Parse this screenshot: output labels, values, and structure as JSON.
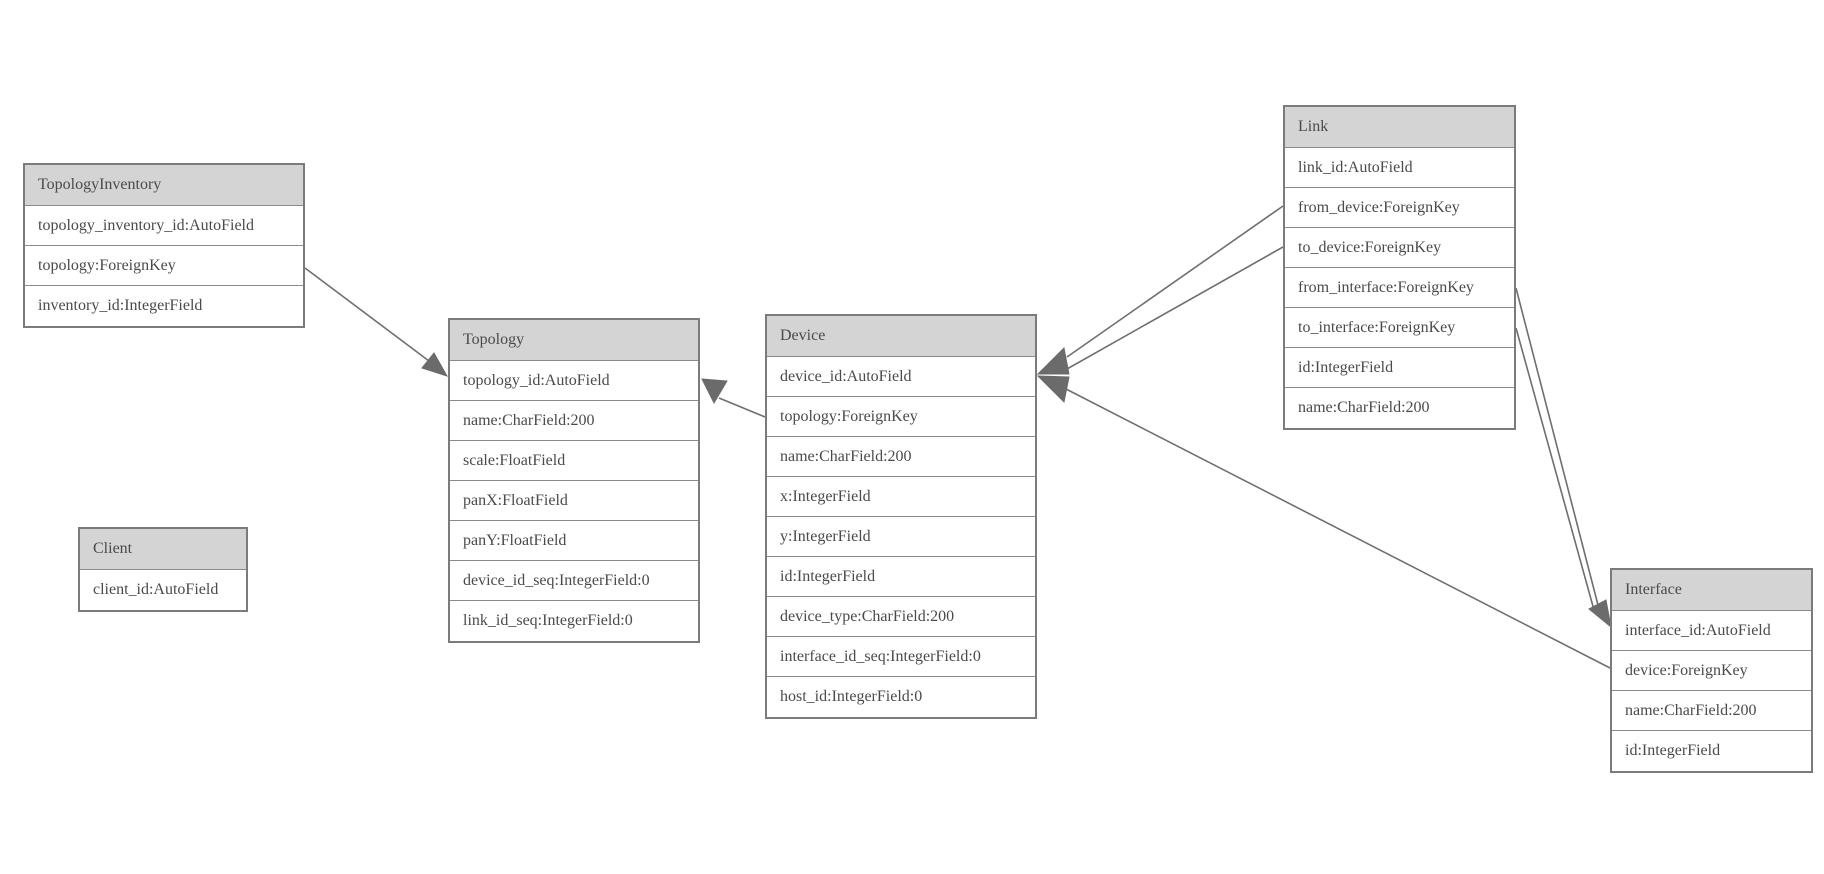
{
  "diagram_type": "model-schema-er-diagram",
  "colors": {
    "background": "#ffffff",
    "entity_header_bg": "#d4d4d4",
    "entity_border": "#7b7b7b",
    "row_divider": "#8a8a8a",
    "text": "#4a4a4a",
    "edge_line": "#6f6f6f",
    "arrowhead": "#6b6b6b"
  },
  "entities": [
    {
      "name": "TopologyInventory",
      "fields": [
        "topology_inventory_id:AutoField",
        "topology:ForeignKey",
        "inventory_id:IntegerField"
      ]
    },
    {
      "name": "Topology",
      "fields": [
        "topology_id:AutoField",
        "name:CharField:200",
        "scale:FloatField",
        "panX:FloatField",
        "panY:FloatField",
        "device_id_seq:IntegerField:0",
        "link_id_seq:IntegerField:0"
      ]
    },
    {
      "name": "Client",
      "fields": [
        "client_id:AutoField"
      ]
    },
    {
      "name": "Device",
      "fields": [
        "device_id:AutoField",
        "topology:ForeignKey",
        "name:CharField:200",
        "x:IntegerField",
        "y:IntegerField",
        "id:IntegerField",
        "device_type:CharField:200",
        "interface_id_seq:IntegerField:0",
        "host_id:IntegerField:0"
      ]
    },
    {
      "name": "Link",
      "fields": [
        "link_id:AutoField",
        "from_device:ForeignKey",
        "to_device:ForeignKey",
        "from_interface:ForeignKey",
        "to_interface:ForeignKey",
        "id:IntegerField",
        "name:CharField:200"
      ]
    },
    {
      "name": "Interface",
      "fields": [
        "interface_id:AutoField",
        "device:ForeignKey",
        "name:CharField:200",
        "id:IntegerField"
      ]
    }
  ],
  "relationships": [
    {
      "from": "TopologyInventory.topology",
      "to": "Topology.topology_id"
    },
    {
      "from": "Device.topology",
      "to": "Topology.topology_id"
    },
    {
      "from": "Link.from_device",
      "to": "Device.device_id"
    },
    {
      "from": "Link.to_device",
      "to": "Device.device_id"
    },
    {
      "from": "Link.from_interface",
      "to": "Interface.interface_id"
    },
    {
      "from": "Link.to_interface",
      "to": "Interface.interface_id"
    },
    {
      "from": "Interface.device",
      "to": "Device.device_id"
    }
  ]
}
